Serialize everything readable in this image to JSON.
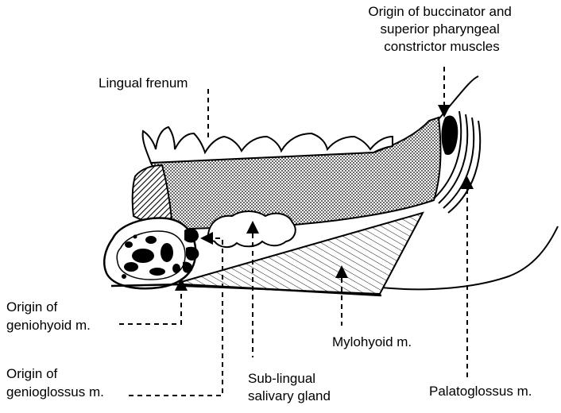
{
  "labels": {
    "buccinator": [
      "Origin of buccinator and",
      "superior pharyngeal",
      "constrictor muscles"
    ],
    "lingual_frenum": "Lingual frenum",
    "geniohyoid": [
      "Origin of",
      "geniohyoid  m."
    ],
    "mylohyoid": "Mylohyoid m.",
    "genioglossus": [
      "Origin of",
      "genioglossus m."
    ],
    "sublingual": [
      "Sub-lingual",
      "salivary gland"
    ],
    "palatoglossus": "Palatoglossus m."
  },
  "colors": {
    "ink": "#000000",
    "paper": "#ffffff"
  }
}
